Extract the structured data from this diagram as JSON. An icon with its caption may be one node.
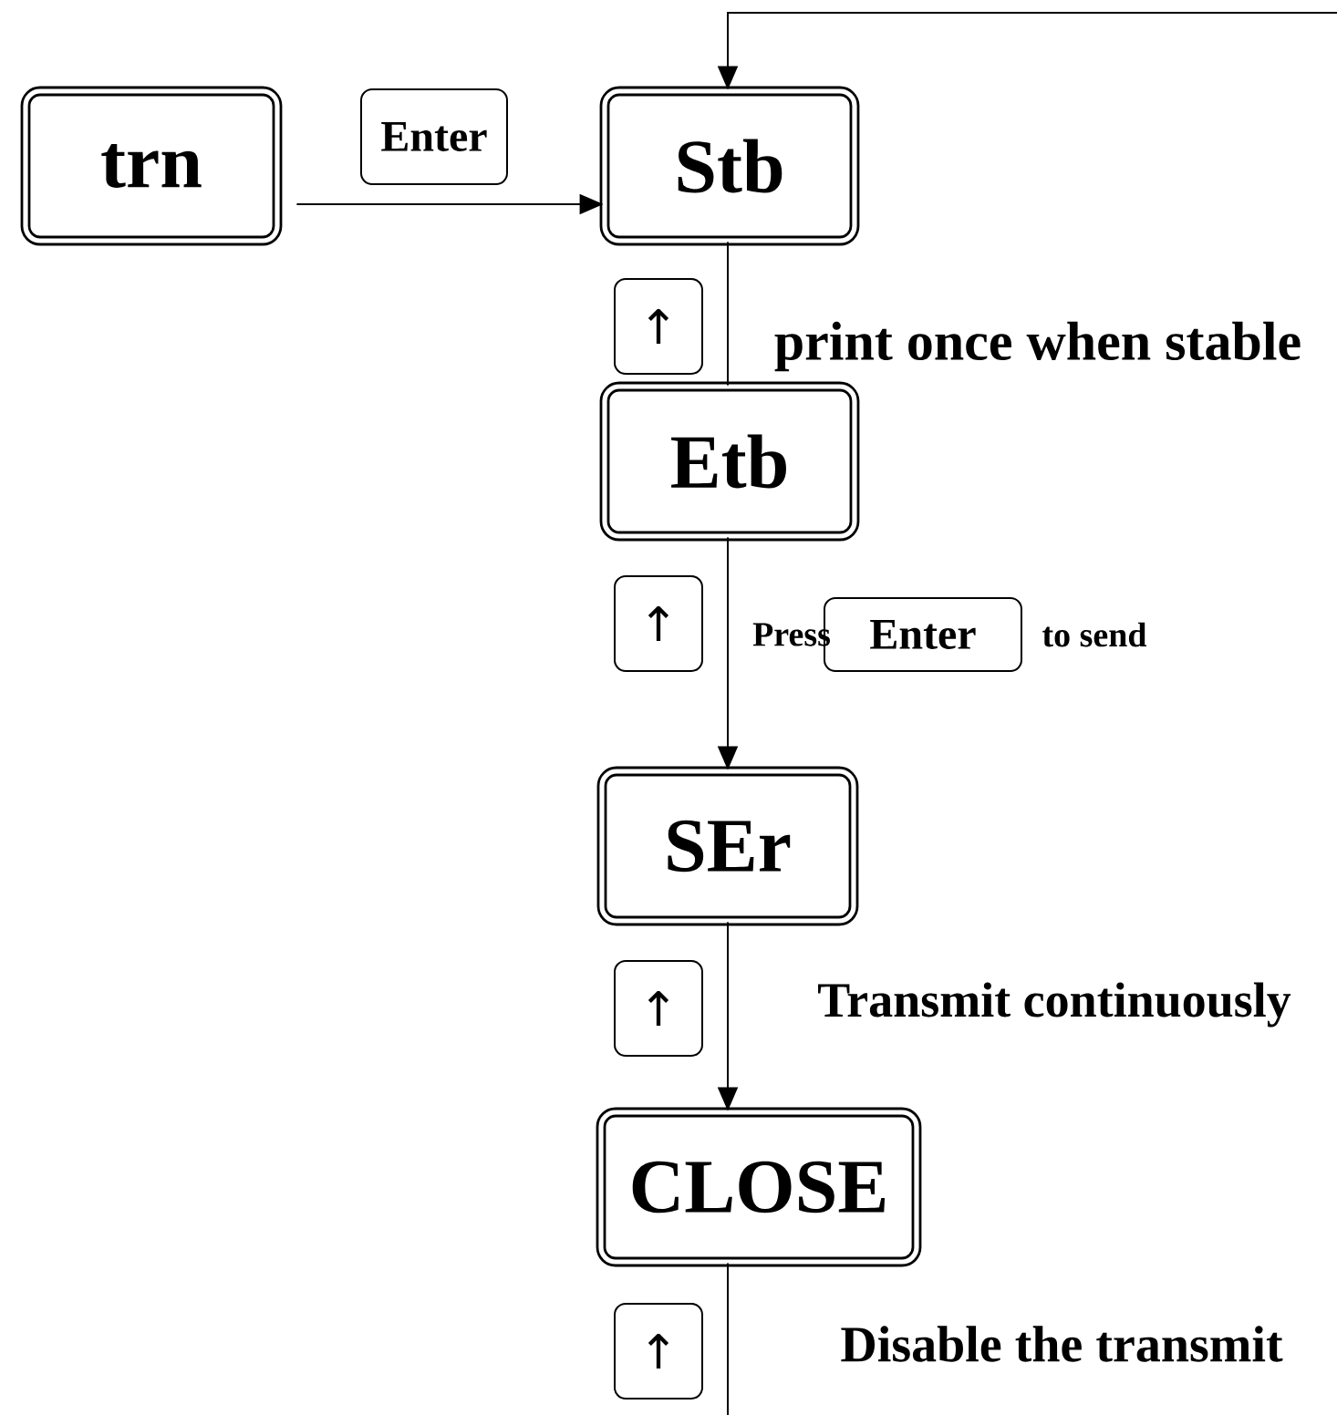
{
  "diagram": {
    "nodes": [
      {
        "text": [
          "trn"
        ]
      },
      {
        "text": [
          "Enter"
        ]
      },
      {
        "text": [
          "Stb"
        ]
      },
      {
        "text": [
          "↑"
        ]
      },
      {
        "text": [
          "Etb"
        ]
      },
      {
        "text": [
          "↑"
        ]
      },
      {
        "text": [
          "Enter"
        ]
      },
      {
        "text": [
          "SEr"
        ]
      },
      {
        "text": [
          "↑"
        ]
      },
      {
        "text": [
          "CLOSE"
        ]
      },
      {
        "text": [
          "↑"
        ]
      }
    ],
    "edges": [
      {
        "from": 0,
        "to": 2,
        "arrow": "to"
      },
      {
        "from": 2,
        "to": 4,
        "arrow": "none"
      },
      {
        "from": 4,
        "to": 7,
        "arrow": "to"
      },
      {
        "from": 7,
        "to": 9,
        "arrow": "to"
      },
      {
        "from": 9,
        "to": 2,
        "arrow": "to"
      }
    ],
    "labels": [
      "print once when stable",
      "Press",
      "to send",
      "Transmit continuously",
      "Disable the transmit"
    ]
  }
}
